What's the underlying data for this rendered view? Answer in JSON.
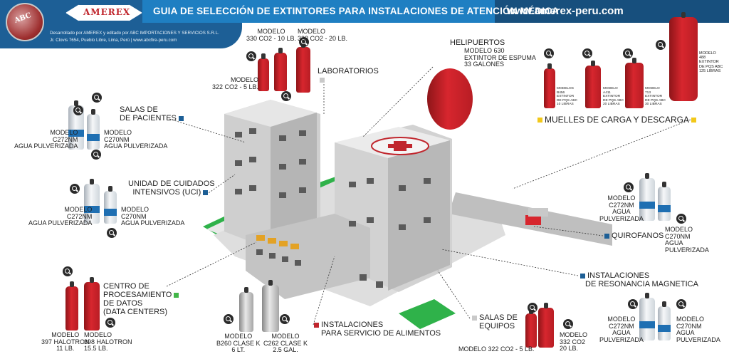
{
  "header": {
    "title": "GUIA DE SELECCIÓN DE EXTINTORES PARA INSTALACIONES DE ATENCIÓN MÉDICA",
    "url": "www.amerex-peru.com",
    "logo": "AMEREX",
    "seal": "ABC",
    "credits_line1": "Desarrollado por AMEREX y editado por ABC IMPORTACIONES Y SERVICIOS S.R.L.",
    "credits_line2": "Jr. Clovis 7654, Pueblo Libre, Lima, Perú | www.abcfire-peru.com"
  },
  "colors": {
    "header_blue": "#1f7fc2",
    "header_dark": "#174f7d",
    "extinguisher_red": "#d7262e",
    "water_blue": "#1f6fb2",
    "lawn_green": "#2fb24a"
  },
  "areas": {
    "salas_pacientes_1": "SALAS DE",
    "salas_pacientes_2": "DE PACIENTES",
    "uci_1": "UNIDAD DE CUIDADOS",
    "uci_2": "INTENSIVOS (UCI)",
    "centro_datos_1": "CENTRO DE",
    "centro_datos_2": "PROCESAMIENTO",
    "centro_datos_3": "DE DATOS",
    "centro_datos_4": "(DATA CENTERS)",
    "laboratorios": "LABORATORIOS",
    "helipuertos": "HELIPUERTOS",
    "muelles": "MUELLES DE CARGA Y DESCARGA",
    "quirofanos": "QUIROFANOS",
    "resonancia_1": "INSTALACIONES",
    "resonancia_2": "DE RESONANCIA MAGNETICA",
    "salas_equipos_1": "SALAS DE",
    "salas_equipos_2": "EQUIPOS",
    "alimentos_1": "INSTALACIONES",
    "alimentos_2": "PARA SERVICIO DE ALIMENTOS"
  },
  "models": {
    "c272_salas": [
      "MODELO",
      "C272NM",
      "AGUA PULVERIZADA"
    ],
    "c270_salas": [
      "MODELO",
      "C270NM",
      "AGUA PULVERIZADA"
    ],
    "c272_uci": [
      "MODELO",
      "C272NM",
      "AGUA PULVERIZADA"
    ],
    "c270_uci": [
      "MODELO",
      "C270NM",
      "AGUA PULVERIZADA"
    ],
    "halotron_397": [
      "MODELO",
      "397 HALOTRON",
      "11 LB."
    ],
    "halotron_398": [
      "MODELO",
      "398 HALOTRON",
      "15.5 LB."
    ],
    "co2_330": [
      "MODELO",
      "330 Co2 - 10 LB."
    ],
    "co2_332_top": [
      "MODELO",
      "332 Co2 - 20 LB."
    ],
    "co2_322_lab": [
      "MODELO",
      "322 Co2 - 5 LB."
    ],
    "heli_630": [
      "MODELO 630",
      "EXTINTOR DE ESPUMA",
      "33 GALONES"
    ],
    "muelle_b456": [
      "MODELOS",
      "B456",
      "EXTINTOR",
      "DE PQS ABC",
      "10 LIBRAS"
    ],
    "muelle_a411": [
      "MODELO",
      "A411",
      "EXTINTOR",
      "DE PQS ABC",
      "20 LIBRAS"
    ],
    "muelle_a13": [
      "MODELO",
      "713",
      "EXTINTOR",
      "DE PQS ABC",
      "30 LIBRAS"
    ],
    "muelle_488": [
      "MODELO",
      "488",
      "EXTINTOR",
      "DE PQS ABC",
      "125 LIBRAS"
    ],
    "c272_quir": [
      "MODELO",
      "C272NM",
      "AGUA",
      "PULVERIZADA"
    ],
    "c270_quir": [
      "MODELO",
      "C270NM",
      "AGUA",
      "PULVERIZADA"
    ],
    "c272_reson": [
      "MODELO",
      "C272NM",
      "AGUA",
      "PULVERIZADA"
    ],
    "c270_reson": [
      "MODELO",
      "C270NM",
      "AGUA",
      "PULVERIZADA"
    ],
    "b260": [
      "MODELO",
      "B260 CLASE K",
      "6 LT."
    ],
    "c262": [
      "MODELO",
      "C262 CLASE K",
      "2.5 GAL."
    ],
    "co2_322_eq": "MODELO 322 Co2 - 5 LB.",
    "co2_332_eq": [
      "MODELO",
      "332 Co2",
      "20 LB."
    ]
  },
  "icons": {
    "zoom": "zoom-in-icon"
  }
}
